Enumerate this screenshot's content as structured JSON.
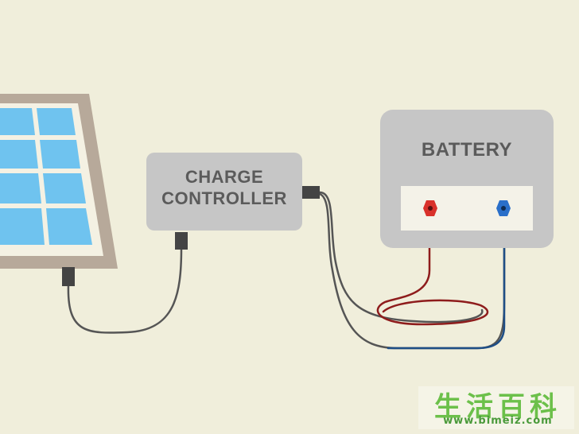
{
  "controller": {
    "line1": "CHARGE",
    "line2": "CONTROLLER"
  },
  "battery": {
    "label": "BATTERY"
  },
  "watermark": {
    "chars": "生活百科",
    "url": "www.bimeiz.com"
  },
  "colors": {
    "background": "#f0eedb",
    "panel_frame": "#b7a99a",
    "panel_cell": "#6fc3ef",
    "device_gray": "#c6c6c6",
    "label_text": "#5b5b5b",
    "wire_dark": "#555555",
    "wire_red": "#8e1c1c",
    "wire_blue": "#1e4e86",
    "terminal_red": "#d9312b",
    "terminal_blue": "#2a6fc9"
  }
}
